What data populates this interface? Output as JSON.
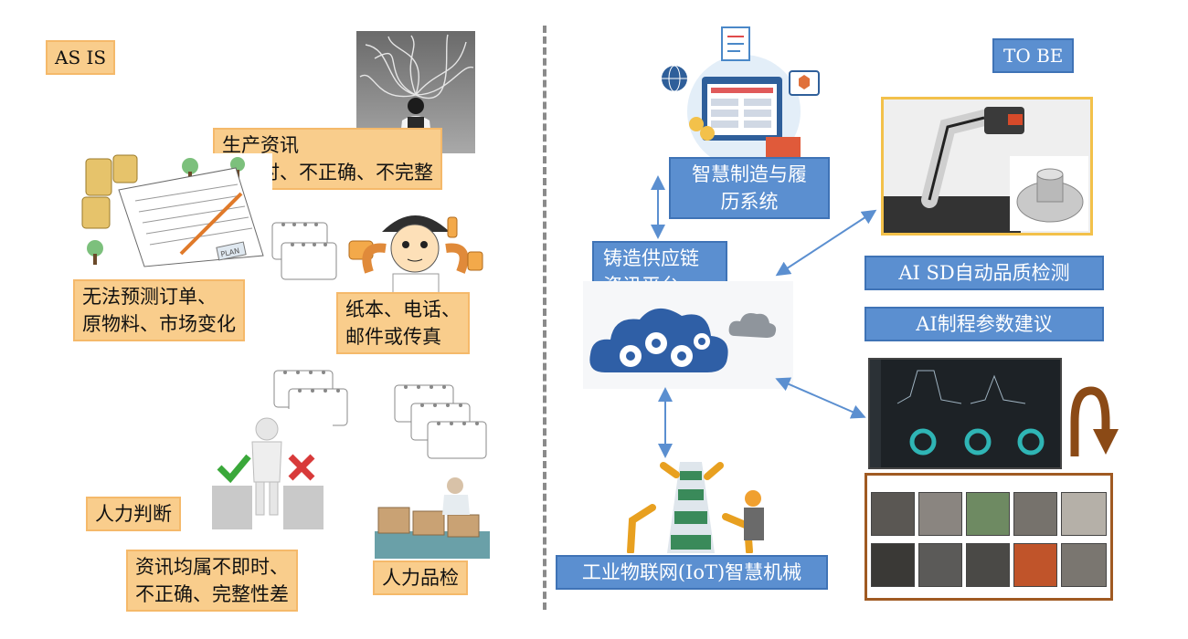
{
  "left": {
    "as_is_label": "AS IS",
    "production_info": {
      "line1": "生产资讯",
      "line2": "不即时、不正确、不完整"
    },
    "forecast": {
      "line1": "无法预测订单、",
      "line2": "原物料、市场变化"
    },
    "paper_comm": {
      "line1": "纸本、电话、",
      "line2": "邮件或传真"
    },
    "manual_judgement": "人力判断",
    "manual_inspection": "人力品检",
    "info_issue": {
      "line1": "资讯均属不即时、",
      "line2": "不正确、完整性差"
    }
  },
  "right": {
    "to_be_label": "TO BE",
    "smart_mfg": {
      "line1": "智慧制造与履",
      "line2": "历系统"
    },
    "supply_chain": {
      "line1": "铸造供应链",
      "line2": "资讯平台"
    },
    "ai_sd": "AI SD自动品质检测",
    "ai_process": "AI制程参数建议",
    "iot": "工业物联网(IoT)智慧机械",
    "plan_tag": "PLAN"
  },
  "colors": {
    "orange_fill": "#f9cd8c",
    "blue_fill": "#5b8fd0",
    "arrow": "#5b8fd0",
    "divider": "#8a8a8a",
    "curved_arrow": "#8b4a16"
  }
}
